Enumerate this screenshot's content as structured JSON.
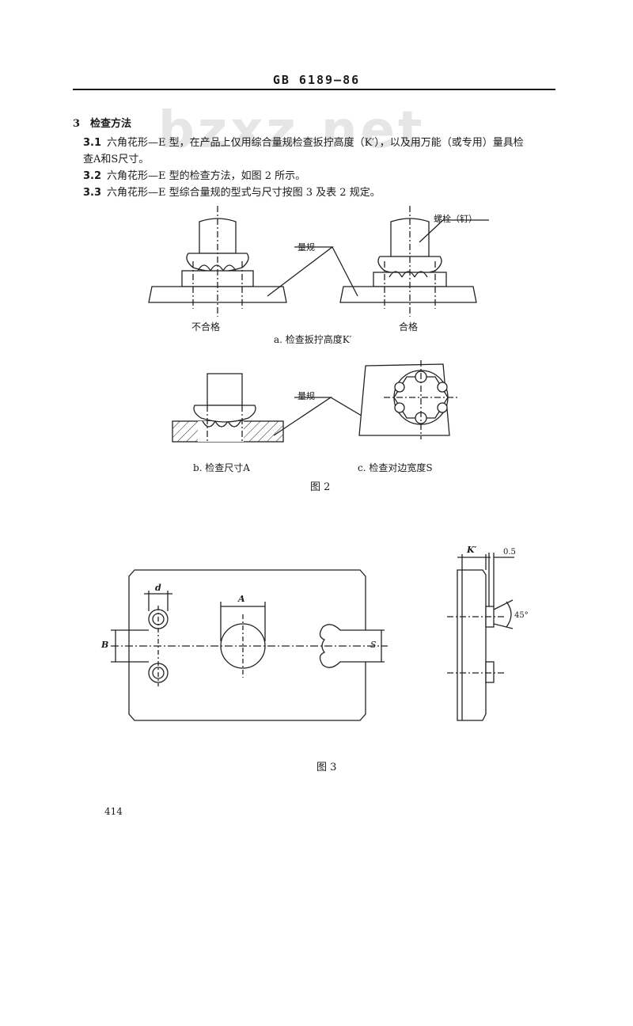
{
  "header": {
    "standard_code": "GB  6189—86"
  },
  "watermark": "bzxz.net",
  "section": {
    "number": "3",
    "title": "检查方法"
  },
  "clauses": [
    {
      "number": "3.1",
      "text": "六角花形—E 型，在产品上仅用综合量规检查扳拧高度（K′），以及用万能（或专用）量具检",
      "text2": "查A和S尺寸。"
    },
    {
      "number": "3.2",
      "text": "六角花形—E 型的检查方法，如图 2 所示。"
    },
    {
      "number": "3.3",
      "text": "六角花形—E 型综合量规的型式与尺寸按图 3 及表 2 规定。"
    }
  ],
  "figure2": {
    "labels": {
      "gauge": "量规",
      "bolt": "螺栓（钉）",
      "gauge_b": "量规",
      "not_acceptable": "不合格",
      "acceptable": "合格"
    },
    "captions": {
      "a": "a.  检查扳拧高度K′",
      "b": "b.  检查尺寸A",
      "c": "c.  检查对边宽度S"
    },
    "title": "图 2"
  },
  "figure3": {
    "dims": {
      "d": "d",
      "A": "A",
      "B": "B",
      "S": "S",
      "K": "K′",
      "gap": "0.5",
      "angle": "45°"
    },
    "title": "图 3"
  },
  "page_number": "414"
}
